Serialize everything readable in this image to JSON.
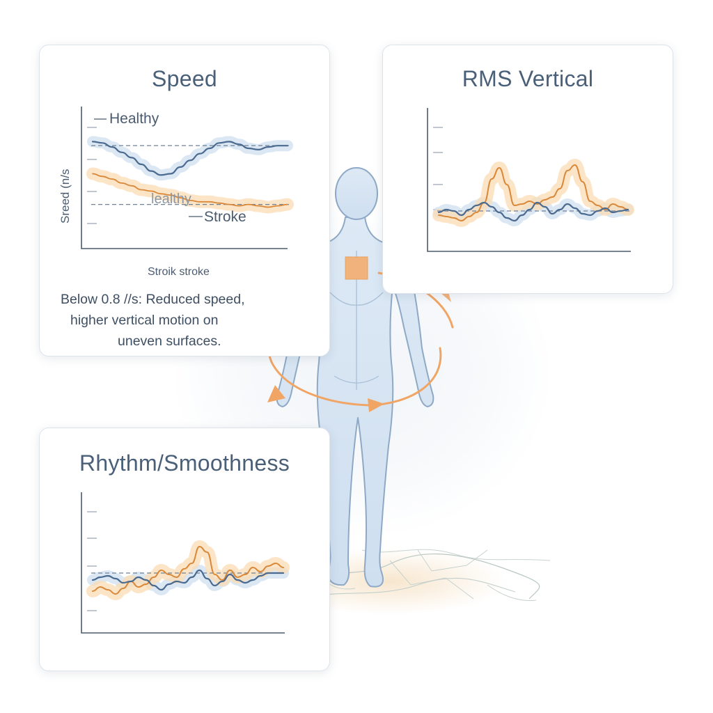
{
  "panels": {
    "speed": {
      "title": "Speed",
      "ylabel": "Sreed (n/s",
      "label_healthy_top": "Healthy",
      "label_healthy_ghost": "lealthy",
      "label_stroke": "Stroke",
      "xlabel": "Stroik stroke",
      "note_lines": [
        "Below 0.8 //s: Reduced speed,",
        "higher vertical motion on",
        "uneven surfaces."
      ]
    },
    "rms": {
      "title": "RMS Vertical"
    },
    "rhythm": {
      "title": "Rhythm/Smoothness"
    }
  },
  "colors": {
    "healthy": "#4b6a8f",
    "stroke": "#d9883a",
    "healthy_band": "#cfe0f0",
    "stroke_band": "#fbdcb4",
    "body_fill": "#d8e6f4",
    "body_stroke": "#8ea9c6",
    "accent": "#f2b27b"
  },
  "icons": [
    "human-figure-icon",
    "rotation-arrow-icon",
    "sensor-patch-icon"
  ],
  "chart_data": [
    {
      "type": "line",
      "panel": "speed",
      "x": [
        0,
        1,
        2,
        3,
        4,
        5,
        6,
        7,
        8,
        9,
        10,
        11,
        12,
        13,
        14,
        15,
        16,
        17,
        18,
        19,
        20
      ],
      "series": [
        {
          "name": "Healthy",
          "values": [
            0.8,
            0.79,
            0.76,
            0.72,
            0.68,
            0.63,
            0.58,
            0.55,
            0.56,
            0.61,
            0.66,
            0.71,
            0.75,
            0.79,
            0.8,
            0.78,
            0.75,
            0.74,
            0.76,
            0.77,
            0.77
          ]
        },
        {
          "name": "Stroke",
          "values": [
            0.56,
            0.54,
            0.52,
            0.49,
            0.47,
            0.44,
            0.43,
            0.41,
            0.4,
            0.38,
            0.36,
            0.35,
            0.35,
            0.34,
            0.33,
            0.32,
            0.33,
            0.32,
            0.31,
            0.32,
            0.33
          ]
        }
      ],
      "reference_lines": [
        0.77,
        0.33
      ],
      "ylim": [
        0,
        1
      ]
    },
    {
      "type": "line",
      "panel": "rms",
      "x": [
        0,
        1,
        2,
        3,
        4,
        5,
        6,
        7,
        8,
        9,
        10,
        11,
        12,
        13,
        14,
        15,
        16,
        17,
        18,
        19,
        20,
        21,
        22,
        23,
        24,
        25
      ],
      "series": [
        {
          "name": "Healthy",
          "values": [
            0.28,
            0.3,
            0.29,
            0.26,
            0.3,
            0.33,
            0.35,
            0.32,
            0.28,
            0.24,
            0.22,
            0.26,
            0.3,
            0.35,
            0.32,
            0.27,
            0.3,
            0.34,
            0.31,
            0.27,
            0.26,
            0.29,
            0.31,
            0.28,
            0.29,
            0.3
          ]
        },
        {
          "name": "Stroke",
          "values": [
            0.26,
            0.25,
            0.24,
            0.22,
            0.25,
            0.28,
            0.35,
            0.52,
            0.6,
            0.48,
            0.33,
            0.34,
            0.36,
            0.34,
            0.37,
            0.39,
            0.45,
            0.58,
            0.62,
            0.5,
            0.36,
            0.33,
            0.3,
            0.34,
            0.32,
            0.3
          ]
        }
      ],
      "reference_lines": [
        0.29
      ],
      "ylim": [
        0,
        1
      ]
    },
    {
      "type": "line",
      "panel": "rhythm",
      "x": [
        0,
        1,
        2,
        3,
        4,
        5,
        6,
        7,
        8,
        9,
        10,
        11,
        12,
        13,
        14,
        15,
        16,
        17,
        18,
        19,
        20,
        21,
        22,
        23,
        24,
        25
      ],
      "series": [
        {
          "name": "Healthy",
          "values": [
            0.38,
            0.4,
            0.41,
            0.39,
            0.36,
            0.37,
            0.4,
            0.38,
            0.34,
            0.31,
            0.35,
            0.37,
            0.36,
            0.4,
            0.45,
            0.39,
            0.34,
            0.37,
            0.42,
            0.38,
            0.36,
            0.38,
            0.41,
            0.43,
            0.43,
            0.43
          ]
        },
        {
          "name": "Stroke",
          "values": [
            0.3,
            0.33,
            0.31,
            0.28,
            0.32,
            0.37,
            0.33,
            0.35,
            0.4,
            0.45,
            0.42,
            0.4,
            0.46,
            0.5,
            0.62,
            0.58,
            0.42,
            0.38,
            0.45,
            0.4,
            0.42,
            0.47,
            0.44,
            0.48,
            0.5,
            0.47
          ]
        }
      ],
      "reference_lines": [
        0.43
      ],
      "ylim": [
        0,
        1
      ]
    }
  ]
}
